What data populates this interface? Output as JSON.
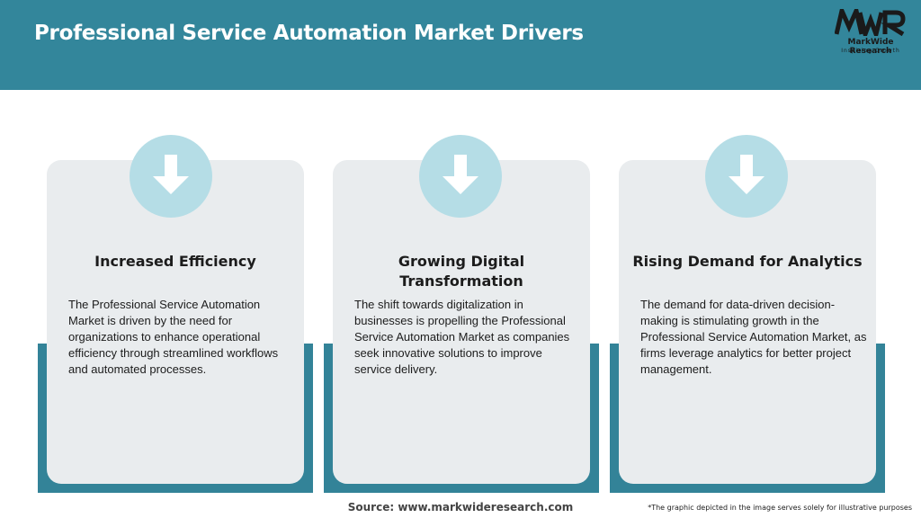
{
  "header": {
    "title": "Professional Service Automation Market Drivers"
  },
  "logo": {
    "mark": "MWR",
    "name": "MarkWide Research",
    "tagline": "Inspiring Growth"
  },
  "cards": [
    {
      "icon": "arrow-down-icon",
      "title": "Increased Efficiency",
      "text": "The Professional Service Automation Market is driven by the need for organizations to enhance operational efficiency through streamlined workflows and automated processes."
    },
    {
      "icon": "arrow-down-icon",
      "title": "Growing Digital Transformation",
      "text": "The shift towards digitalization in businesses is propelling the Professional Service Automation Market as companies seek innovative solutions to improve service delivery."
    },
    {
      "icon": "arrow-down-icon",
      "title": "Rising Demand for Analytics",
      "text": "The demand for data-driven decision-making is stimulating growth in the Professional Service Automation Market, as firms leverage analytics for better project management."
    }
  ],
  "footer": {
    "source": "Source: www.markwideresearch.com",
    "disclaimer": "*The graphic depicted in the image serves solely for illustrative purposes"
  },
  "colors": {
    "header": "#33869b",
    "card": "#e9ecee",
    "card_accent": "#338398",
    "icon_circle": "#b5dde6"
  }
}
